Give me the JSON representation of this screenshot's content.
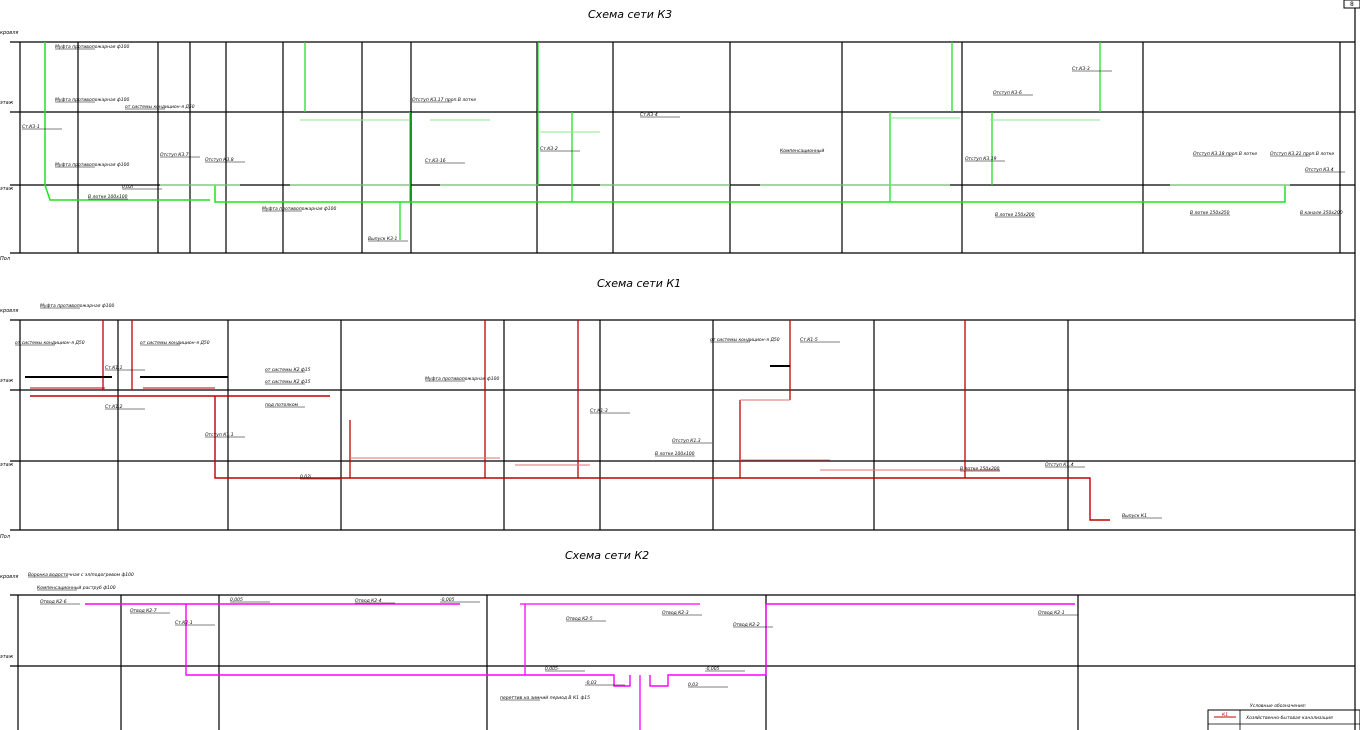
{
  "sheet_number": "8",
  "colors": {
    "k3": "#22e022",
    "k1": "#c00000",
    "k2": "#ff00ff",
    "grid": "#000000"
  },
  "schemes": {
    "k3": {
      "title": "Схема сети К3",
      "levels": [
        "кровля",
        "этаж",
        "этаж",
        "Пол"
      ],
      "labels": [
        "Муфта противопожарная ф100",
        "Муфта противопожарная ф100",
        "Ст.К3-1",
        "от системы кондицион-я Д50",
        "Муфта противопожарная ф100",
        "В лотке 100х100",
        "0,02i",
        "Отступ К3.7",
        "Отступ К3.8",
        "Муфта противопожарная ф100",
        "Отступ К3.17 проп.В лотке",
        "Ст.К3-16",
        "Выпуск К3-1",
        "Ст.К3-2",
        "Компенсационный",
        "Ст.К3-4",
        "Отступ К3-6",
        "Ст.К3-3",
        "Отступ К3.19",
        "В лотке 150х200",
        "Отступ К3.18 проп.В лотке",
        "В лотке 150х250",
        "В канале 350х200",
        "Отступ К3.21 проп.В лотке",
        "Отступ К3.4"
      ]
    },
    "k1": {
      "title": "Схема сети К1",
      "levels": [
        "кровля",
        "этаж",
        "этаж",
        "Пол"
      ],
      "labels": [
        "Муфта противопожарная ф100",
        "от системы кондицион-я Д50",
        "от системы кондицион-я Д50",
        "Ст.К1.1",
        "Ст.К1.2",
        "от системы К2 ф15",
        "от системы К2 ф15",
        "под потолком",
        "Отступ К1.1",
        "Муфта противопожарная ф100",
        "Ст.К1-3",
        "Ст.К1-5",
        "от системы кондицион-я Д50",
        "В лотке 100х100",
        "Отступ К1.3",
        "Выпуск К1",
        "В лотке 150х200",
        "Отступ К1.4",
        "0,02i"
      ]
    },
    "k2": {
      "title": "Схема сети К2",
      "levels": [
        "кровля",
        "этаж"
      ],
      "labels": [
        "Воронка водосточная с эл/подогревом ф100",
        "Компенсационный раструб ф100",
        "Отвод К2-6",
        "Отвод К2-7",
        "Ст.К2-1",
        "0,005",
        "-0,005",
        "Отвод К2-5",
        "Отвод К2-3",
        "Отвод К2-2",
        "Отвод К2-1",
        "Отвод К2-4",
        "переттив на зимний период В К1 ф15",
        "-0,03",
        "0,03",
        "0,005-",
        "-0,005"
      ]
    }
  },
  "legend": {
    "title": "Условные обозначения:",
    "rows": [
      {
        "code": "К1",
        "text": "Хозяйственно-бытовая канализация"
      }
    ]
  }
}
